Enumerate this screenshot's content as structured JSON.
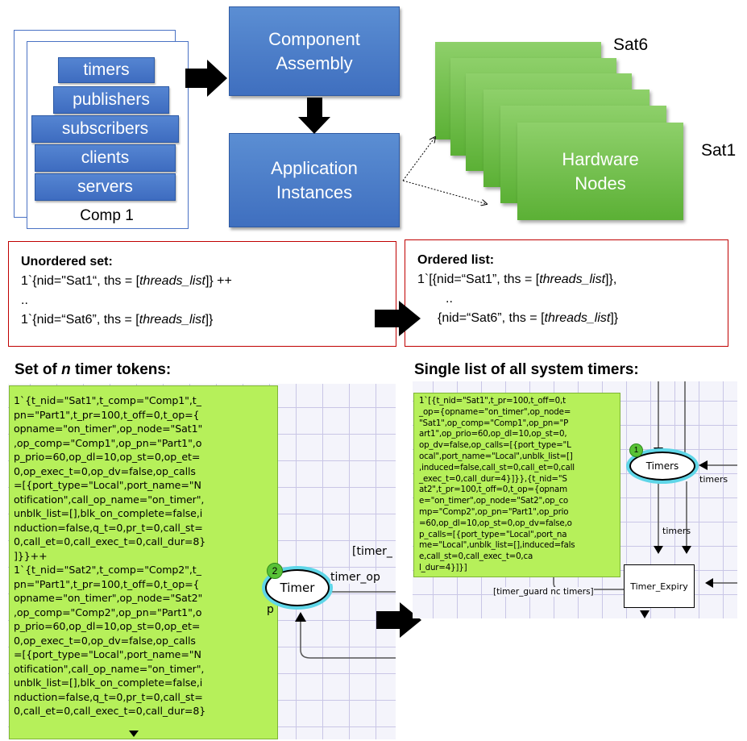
{
  "component": {
    "items": [
      "timers",
      "publishers",
      "subscribers",
      "clients",
      "servers"
    ],
    "label": "Comp 1"
  },
  "assembly_label": "Component Assembly",
  "instances_label": "Application Instances",
  "hardware": {
    "label": "Hardware Nodes",
    "top_sat": "Sat6",
    "bottom_sat": "Sat1"
  },
  "unordered": {
    "title": "Unordered set:",
    "line1_pre": "1`{nid=\"Sat1“, ths = [",
    "line1_var": "threads_list",
    "line1_post": "]} ++",
    "line2": "..",
    "line3_pre": "1`{nid=“Sat6”, ths = [",
    "line3_var": "threads_list",
    "line3_post": "]}"
  },
  "ordered": {
    "title": "Ordered list:",
    "line1_pre": "1`[{nid=“Sat1”, ths = [",
    "line1_var": "threads_list",
    "line1_post": "]},",
    "line2": "..",
    "line3_pre": "{nid=“Sat6”, ths = [",
    "line3_var": "threads_list",
    "line3_post": "]}"
  },
  "left_panel": {
    "heading_pre": "Set of ",
    "heading_var": "n",
    "heading_post": " timer tokens:",
    "token_text": "1`{t_nid=\"Sat1\",t_comp=\"Comp1\",t_\npn=\"Part1\",t_pr=100,t_off=0,t_op={\nopname=\"on_timer\",op_node=\"Sat1\"\n,op_comp=\"Comp1\",op_pn=\"Part1\",o\np_prio=60,op_dl=10,op_st=0,op_et=\n0,op_exec_t=0,op_dv=false,op_calls\n=[{port_type=\"Local\",port_name=\"N\notification\",call_op_name=\"on_timer\",\nunblk_list=[],blk_on_complete=false,i\nnduction=false,q_t=0,pr_t=0,call_st=\n0,call_et=0,call_exec_t=0,call_dur=8}\n]}}++\n1`{t_nid=\"Sat2\",t_comp=\"Comp2\",t_\npn=\"Part1\",t_pr=100,t_off=0,t_op={\nopname=\"on_timer\",op_node=\"Sat2\"\n,op_comp=\"Comp2\",op_pn=\"Part1\",o\np_prio=60,op_dl=10,op_st=0,op_et=\n0,op_exec_t=0,op_dv=false,op_calls\n=[{port_type=\"Local\",port_name=\"N\notification\",call_op_name=\"on_timer\",\nunblk_list=[],blk_on_complete=false,i\nnduction=false,q_t=0,pr_t=0,call_st=\n0,call_et=0,call_exec_t=0,call_dur=8}",
    "place_label": "Timer",
    "place_count": "2",
    "arc_label": "timer_op",
    "guard_label": "[timer_",
    "p_label": "p"
  },
  "right_panel": {
    "heading": "Single list of all system timers:",
    "token_text": "1`[{t_nid=\"Sat1\",t_pr=100,t_off=0,t\n_op={opname=\"on_timer\",op_node=\n\"Sat1\",op_comp=\"Comp1\",op_pn=\"P\nart1\",op_prio=60,op_dl=10,op_st=0,\nop_dv=false,op_calls=[{port_type=\"L\nocal\",port_name=\"Local\",unblk_list=[]\n,induced=false,call_st=0,call_et=0,call\n_exec_t=0,call_dur=4}]}},{t_nid=\"S\nat2\",t_pr=100,t_off=0,t_op={opnam\ne=\"on_timer\",op_node=\"Sat2\",op_co\nmp=\"Comp2\",op_pn=\"Part1\",op_prio\n=60,op_dl=10,op_st=0,op_dv=false,o\np_calls=[{port_type=\"Local\",port_na\nme=\"Local\",unblk_list=[],induced=fals\ne,call_st=0,call_exec_t=0,ca\nl_dur=4}]}]",
    "place_label": "Timers",
    "place_count": "1",
    "arc_label_1": "timers",
    "arc_label_2": "timers",
    "guard_label": "[timer_guard nc timers]",
    "transition_label": "Timer_Expiry"
  },
  "colors": {
    "blue": "#4a7cc9",
    "green": "#6fbe45",
    "red": "#c00000",
    "token_green": "#b6f05a"
  }
}
